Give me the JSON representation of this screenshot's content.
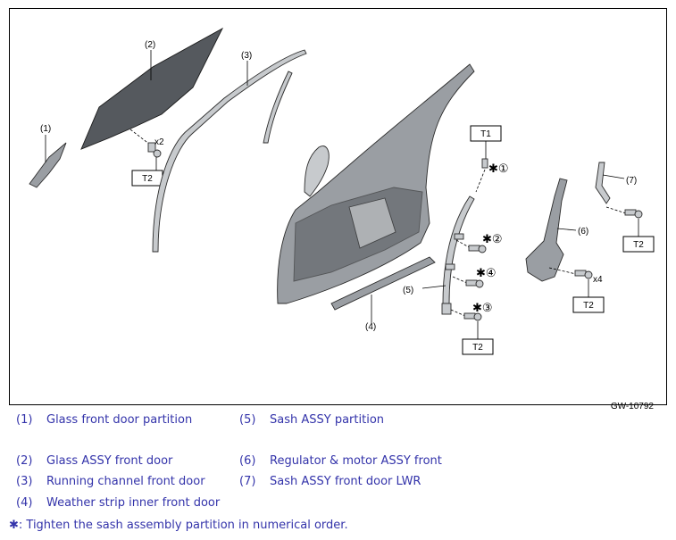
{
  "diagram": {
    "figure_code": "GW-10792",
    "callouts": [
      "(1)",
      "(2)",
      "(3)",
      "(4)",
      "(5)",
      "(6)",
      "(7)"
    ],
    "torque_labels": {
      "t1": "T1",
      "t2": "T2"
    },
    "quantities": {
      "x2": "x2",
      "x4": "x4"
    },
    "sequence_marks": [
      "✱①",
      "✱②",
      "✱③",
      "✱④"
    ]
  },
  "legend": [
    {
      "num": "(1)",
      "text": "Glass front door partition"
    },
    {
      "num": "(2)",
      "text": "Glass ASSY front door"
    },
    {
      "num": "(3)",
      "text": "Running channel front door"
    },
    {
      "num": "(4)",
      "text": "Weather strip inner front door"
    },
    {
      "num": "(5)",
      "text": "Sash ASSY partition"
    },
    {
      "num": "(6)",
      "text": "Regulator & motor ASSY front"
    },
    {
      "num": "(7)",
      "text": "Sash ASSY front door LWR"
    }
  ],
  "footnote": "✱: Tighten the sash assembly partition in numerical order."
}
